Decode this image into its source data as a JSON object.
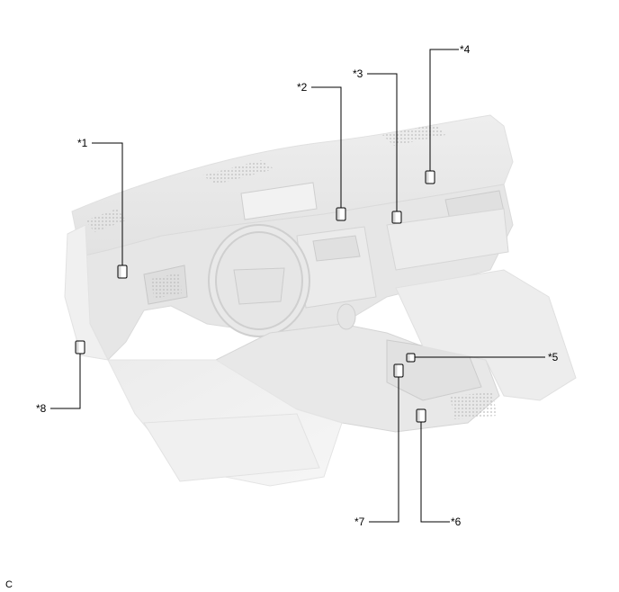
{
  "callouts": [
    {
      "id": "1",
      "label": "*1"
    },
    {
      "id": "2",
      "label": "*2"
    },
    {
      "id": "3",
      "label": "*3"
    },
    {
      "id": "4",
      "label": "*4"
    },
    {
      "id": "5",
      "label": "*5"
    },
    {
      "id": "6",
      "label": "*6"
    },
    {
      "id": "7",
      "label": "*7"
    },
    {
      "id": "8",
      "label": "*8"
    }
  ],
  "figure_code": "C"
}
